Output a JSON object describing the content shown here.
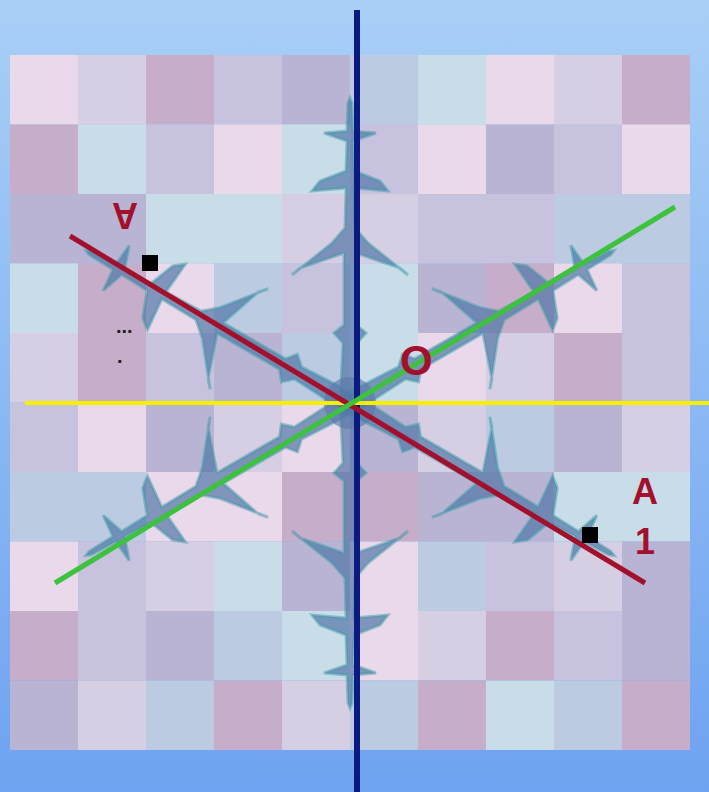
{
  "diagram": {
    "labels": [
      "A",
      "...",
      ".",
      "O",
      "A",
      "1"
    ]
  }
}
